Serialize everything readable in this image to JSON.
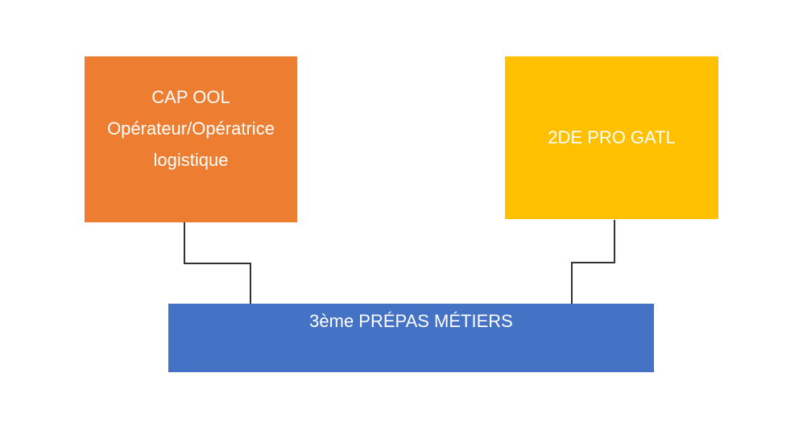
{
  "diagram": {
    "background_color": "#ffffff",
    "text_color": "#ffffff",
    "nodes": {
      "cap_ool": {
        "lines": [
          "CAP OOL",
          "Opérateur/Opératrice",
          "logistique"
        ],
        "fill": "#ED7D31"
      },
      "pro_gatl": {
        "label": "2DE PRO GATL",
        "fill": "#FFC000"
      },
      "prepas_metiers": {
        "label": "3ème PRÉPAS MÉTIERS",
        "fill": "#4472C4"
      }
    },
    "connectors": {
      "color": "#333333",
      "from_cap_ool": "elbow connector from CAP OOL box down to 3ème PRÉPAS MÉTIERS box",
      "from_pro_gatl": "elbow connector from 2DE PRO GATL box down to 3ème PRÉPAS MÉTIERS box"
    }
  }
}
